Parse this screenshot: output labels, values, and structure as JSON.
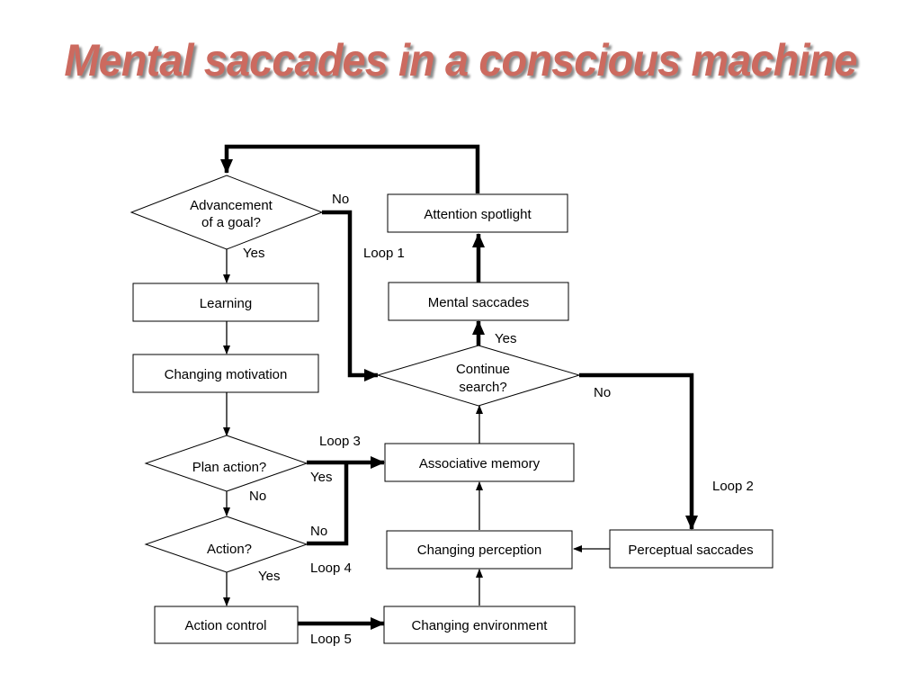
{
  "title": "Mental saccades in a conscious machine",
  "nodes": {
    "advancement_line1": "Advancement",
    "advancement_line2": "of a goal?",
    "learning": "Learning",
    "changing_motivation": "Changing motivation",
    "plan_action": "Plan action?",
    "action": "Action?",
    "action_control": "Action control",
    "attention_spotlight": "Attention spotlight",
    "mental_saccades": "Mental saccades",
    "continue_line1": "Continue",
    "continue_line2": "search?",
    "associative_memory": "Associative memory",
    "changing_perception": "Changing perception",
    "changing_environment": "Changing environment",
    "perceptual_saccades": "Perceptual saccades"
  },
  "labels": {
    "adv_no": "No",
    "adv_yes": "Yes",
    "loop1": "Loop 1",
    "continue_yes": "Yes",
    "continue_no": "No",
    "loop2": "Loop 2",
    "loop3": "Loop 3",
    "plan_yes": "Yes",
    "plan_no": "No",
    "action_no": "No",
    "loop4": "Loop 4",
    "action_yes": "Yes",
    "loop5": "Loop 5"
  }
}
